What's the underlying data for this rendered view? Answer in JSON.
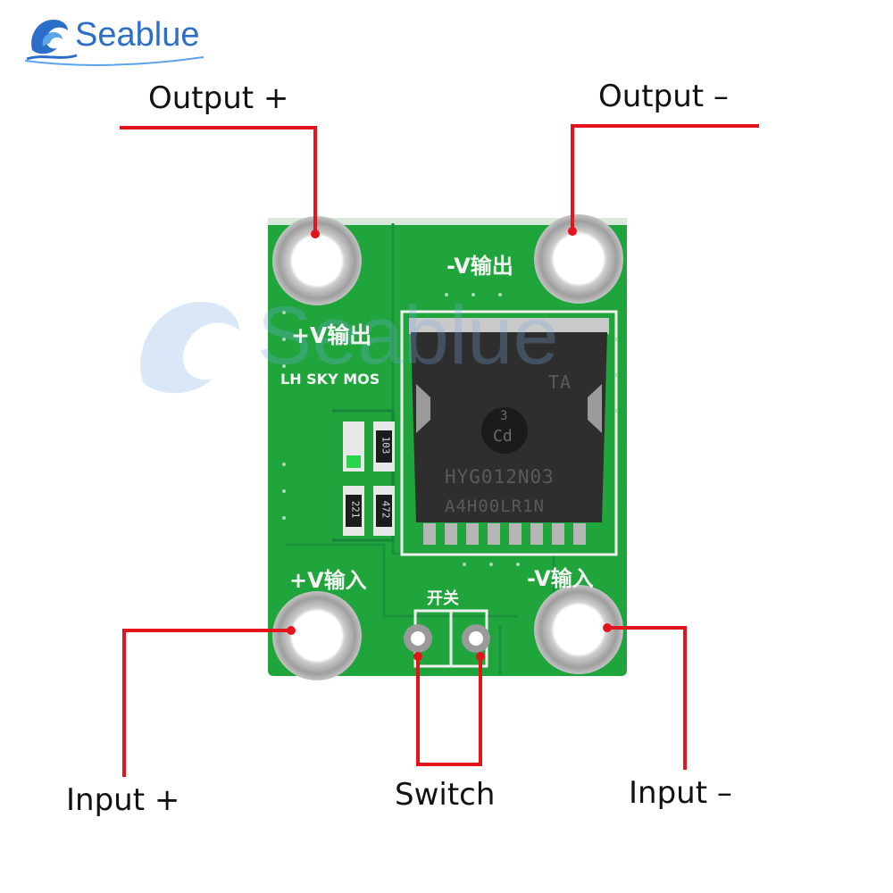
{
  "brand": {
    "name": "Seablue",
    "color": "#2b6fc9"
  },
  "watermark": {
    "text": "Seablue"
  },
  "callouts": {
    "output_plus": "Output +",
    "output_minus": "Output –",
    "input_plus": "Input +",
    "input_minus": "Input –",
    "switch": "Switch"
  },
  "board": {
    "label_v_out_minus": "-V输出",
    "label_v_out_plus": "+V输出",
    "label_model": "LH SKY MOS",
    "label_v_in_plus": "+V输入",
    "label_v_in_minus": "-V输入",
    "label_switch": "开关",
    "resistor_1": "103",
    "resistor_2": "221",
    "resistor_3": "472",
    "mosfet": {
      "line_ta": "TA",
      "line_3": "3",
      "line_cd": "Cd",
      "part": "HYG012N03",
      "lot": "A4H00LR1N"
    },
    "colors": {
      "pcb": "#1fa53c",
      "leader": "#e3141b"
    }
  }
}
